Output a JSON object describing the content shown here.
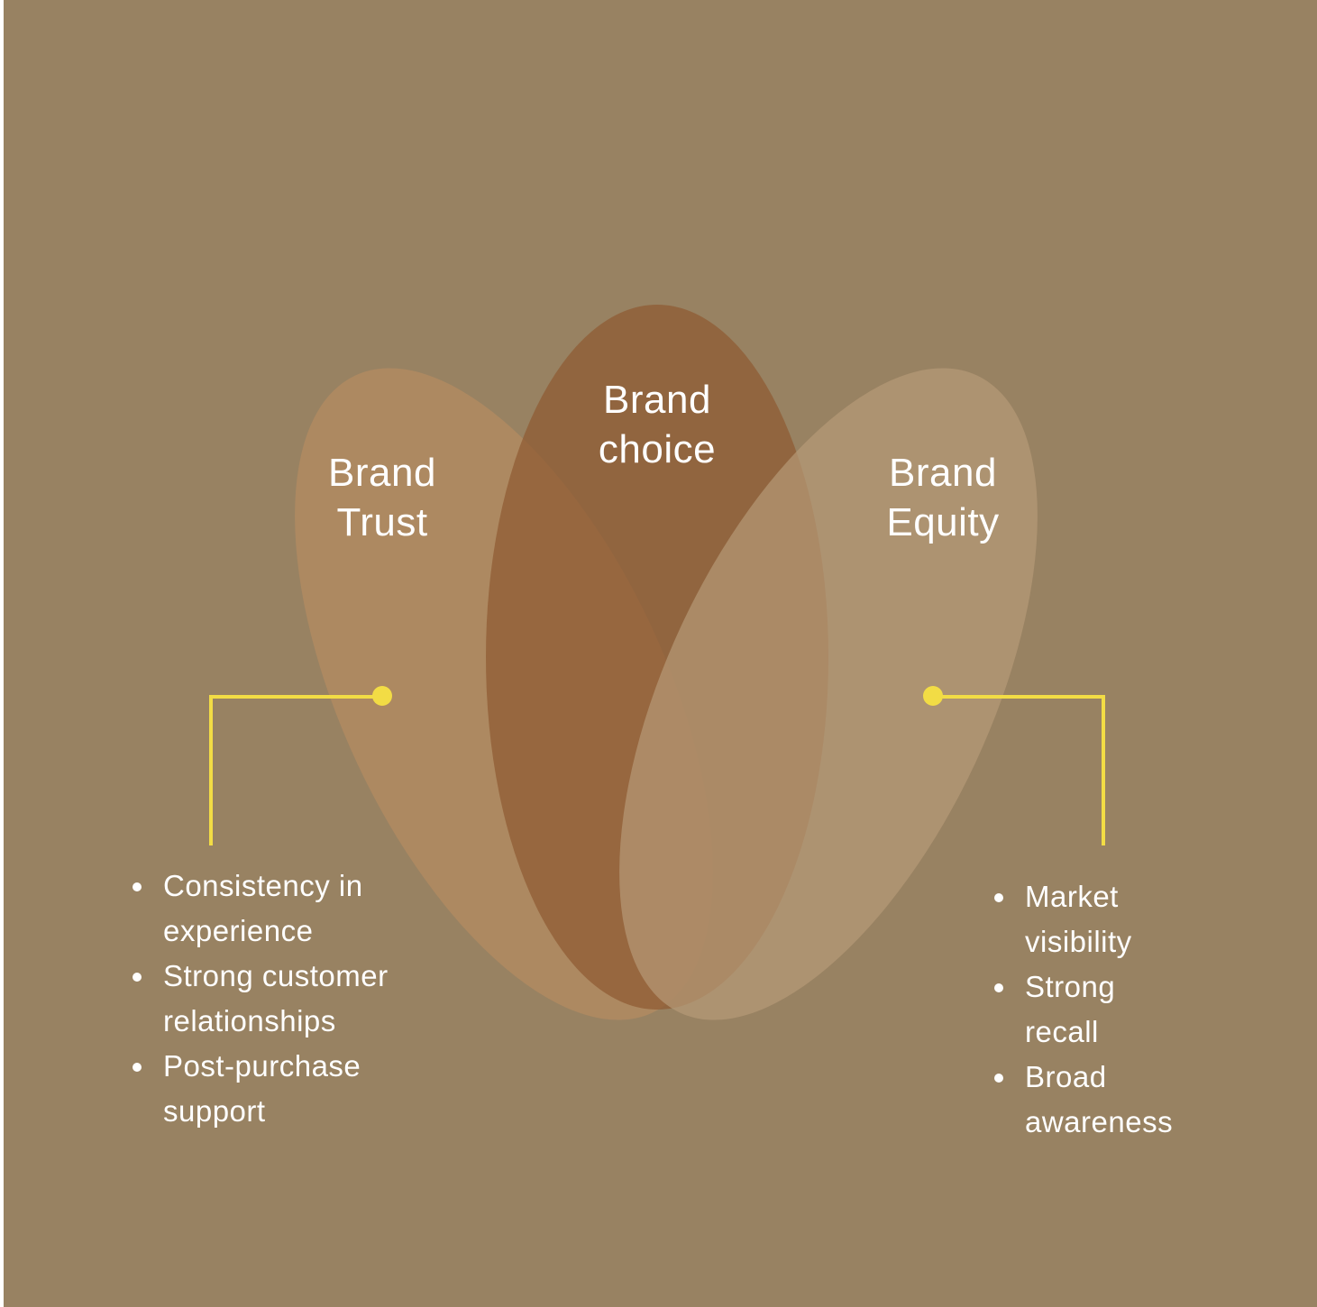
{
  "colors": {
    "background": "#988262",
    "trust_petal": "#b48b62",
    "choice_petal": "#8f5a32",
    "equity_petal": "#b79a77",
    "connector": "#f2dc45",
    "text": "#ffffff"
  },
  "petals": {
    "trust": {
      "line1": "Brand",
      "line2": "Trust"
    },
    "choice": {
      "line1": "Brand",
      "line2": "choice"
    },
    "equity": {
      "line1": "Brand",
      "line2": "Equity"
    }
  },
  "trust_points": [
    {
      "line1": "Consistency in",
      "line2": "experience"
    },
    {
      "line1": "Strong customer",
      "line2": "relationships"
    },
    {
      "line1": "Post-purchase",
      "line2": "support"
    }
  ],
  "equity_points": [
    {
      "line1": "Market",
      "line2": "visibility"
    },
    {
      "line1": "Strong",
      "line2": "recall"
    },
    {
      "line1": "Broad",
      "line2": "awareness"
    }
  ]
}
